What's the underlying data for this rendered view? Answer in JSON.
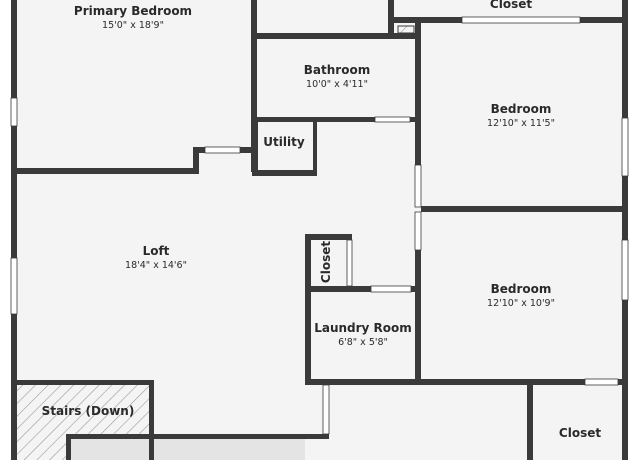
{
  "floorplan": {
    "rooms": [
      {
        "id": "primary-bedroom",
        "name": "Primary Bedroom",
        "dimensions": "15'0\" x 18'9\""
      },
      {
        "id": "closet-top",
        "name": "Closet",
        "dimensions": ""
      },
      {
        "id": "bathroom",
        "name": "Bathroom",
        "dimensions": "10'0\" x 4'11\""
      },
      {
        "id": "bedroom-1",
        "name": "Bedroom",
        "dimensions": "12'10\" x 11'5\""
      },
      {
        "id": "utility",
        "name": "Utility",
        "dimensions": ""
      },
      {
        "id": "loft",
        "name": "Loft",
        "dimensions": "18'4\" x 14'6\""
      },
      {
        "id": "closet-small",
        "name": "Closet",
        "dimensions": ""
      },
      {
        "id": "bedroom-2",
        "name": "Bedroom",
        "dimensions": "12'10\" x 10'9\""
      },
      {
        "id": "laundry-room",
        "name": "Laundry Room",
        "dimensions": "6'8\" x 5'8\""
      },
      {
        "id": "stairs",
        "name": "Stairs (Down)",
        "dimensions": ""
      },
      {
        "id": "closet-bottom",
        "name": "Closet",
        "dimensions": ""
      }
    ],
    "colors": {
      "wall": "#3a3a3a",
      "floor": "#f4f4f4",
      "hatch": "#9a9a9a"
    }
  }
}
